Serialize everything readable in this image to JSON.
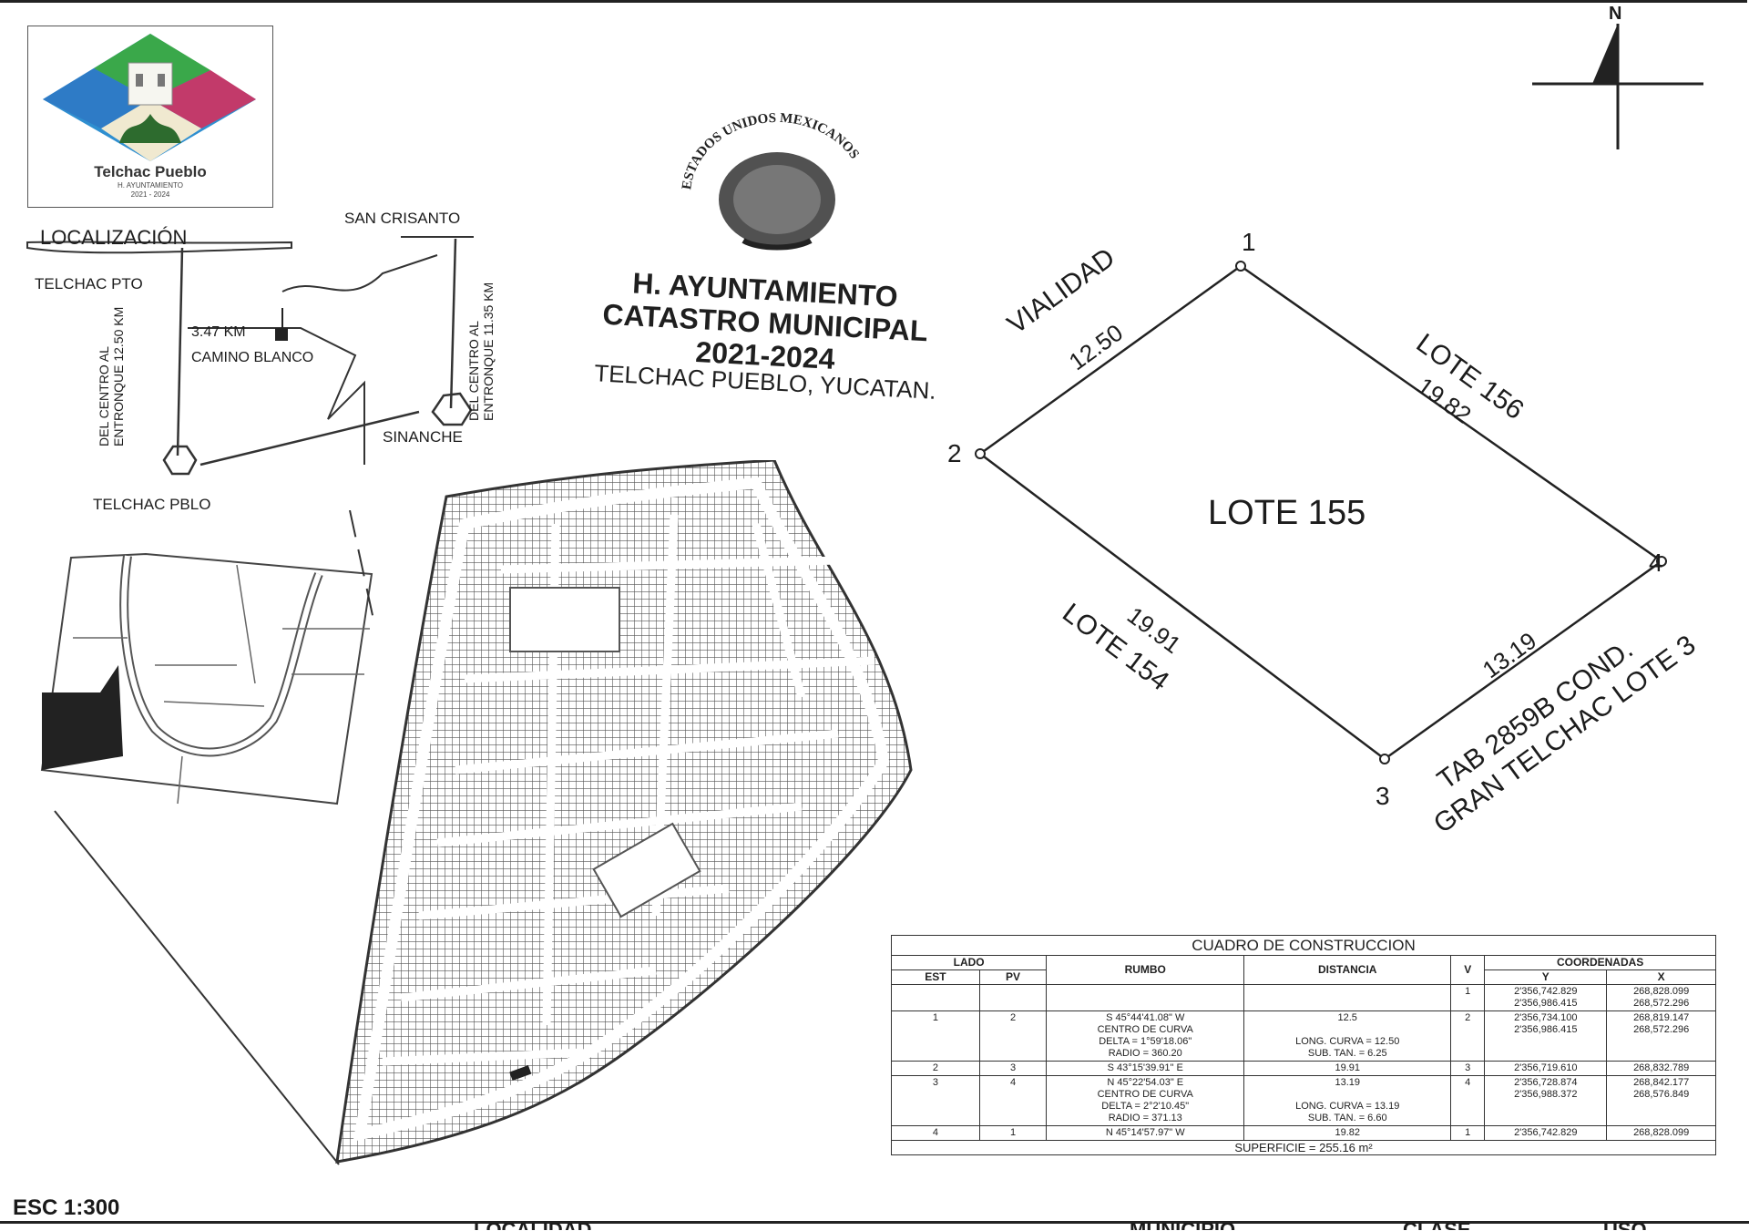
{
  "logo": {
    "name": "Telchac Pueblo",
    "subtitle": "H. AYUNTAMIENTO",
    "years": "2021 - 2024"
  },
  "seal": {
    "text": "ESTADOS UNIDOS MEXICANOS"
  },
  "title": {
    "line1": "H. AYUNTAMIENTO",
    "line2": "CATASTRO MUNICIPAL",
    "line3": "2021-2024",
    "line4": "TELCHAC PUEBLO, YUCATAN."
  },
  "north": "N",
  "location": {
    "heading": "LOCALIZACIÓN",
    "places": {
      "telchac_pto": "TELCHAC PTO",
      "san_crisanto": "SAN CRISANTO",
      "telchac_pblo": "TELCHAC PBLO",
      "sinanche": "SINANCHE",
      "camino_blanco": "CAMINO BLANCO",
      "km_347": "3.47 KM"
    },
    "road_left_1": "DEL CENTRO AL",
    "road_left_2": "ENTRONQUE 12.50 KM",
    "road_right_1": "DEL CENTRO AL",
    "road_right_2": "ENTRONQUE 11.35 KM"
  },
  "lot": {
    "name": "LOTE 155",
    "vertices": [
      "1",
      "2",
      "3",
      "4"
    ],
    "side_12_label": "VIALIDAD",
    "side_12_dist": "12.50",
    "side_14_label": "LOTE 156",
    "side_14_dist": "19.82",
    "side_23_label": "LOTE 154",
    "side_23_dist": "19.91",
    "side_34_label_1": "TAB 2859B COND.",
    "side_34_label_2": "GRAN TELCHAC LOTE 3",
    "side_34_dist": "13.19"
  },
  "table": {
    "title": "CUADRO DE CONSTRUCCION",
    "h_lado": "LADO",
    "h_est": "EST",
    "h_pv": "PV",
    "h_rumbo": "RUMBO",
    "h_distancia": "DISTANCIA",
    "h_v": "V",
    "h_coordenadas": "COORDENADAS",
    "h_y": "Y",
    "h_x": "X",
    "rows": [
      {
        "est": "",
        "pv": "",
        "rumbo": "",
        "distancia": "",
        "v": "1",
        "y": "2'356,742.829\n2'356,986.415",
        "x": "268,828.099\n268,572.296"
      },
      {
        "est": "1",
        "pv": "2",
        "rumbo": "S 45°44'41.08\" W\nCENTRO DE CURVA\nDELTA = 1°59'18.06\"\nRADIO = 360.20",
        "distancia": "12.5\n\nLONG. CURVA = 12.50\nSUB. TAN. = 6.25",
        "v": "2",
        "y": "2'356,734.100\n2'356,986.415",
        "x": "268,819.147\n268,572.296"
      },
      {
        "est": "2",
        "pv": "3",
        "rumbo": "S 43°15'39.91\" E",
        "distancia": "19.91",
        "v": "3",
        "y": "2'356,719.610",
        "x": "268,832.789"
      },
      {
        "est": "3",
        "pv": "4",
        "rumbo": "N 45°22'54.03\" E\nCENTRO DE CURVA\nDELTA = 2°2'10.45\"\nRADIO = 371.13",
        "distancia": "13.19\n\nLONG. CURVA = 13.19\nSUB. TAN. = 6.60",
        "v": "4",
        "y": "2'356,728.874\n2'356,988.372",
        "x": "268,842.177\n268,576.849"
      },
      {
        "est": "4",
        "pv": "1",
        "rumbo": "N 45°14'57.97\" W",
        "distancia": "19.82",
        "v": "1",
        "y": "2'356,742.829",
        "x": "268,828.099"
      }
    ],
    "superficie": "SUPERFICIE = 255.16 m²"
  },
  "scale": "ESC 1:300",
  "footer": {
    "f1": "LOCALIDAD",
    "f2": "MUNICIPIO",
    "f3": "CLASE",
    "f4": "USO"
  }
}
